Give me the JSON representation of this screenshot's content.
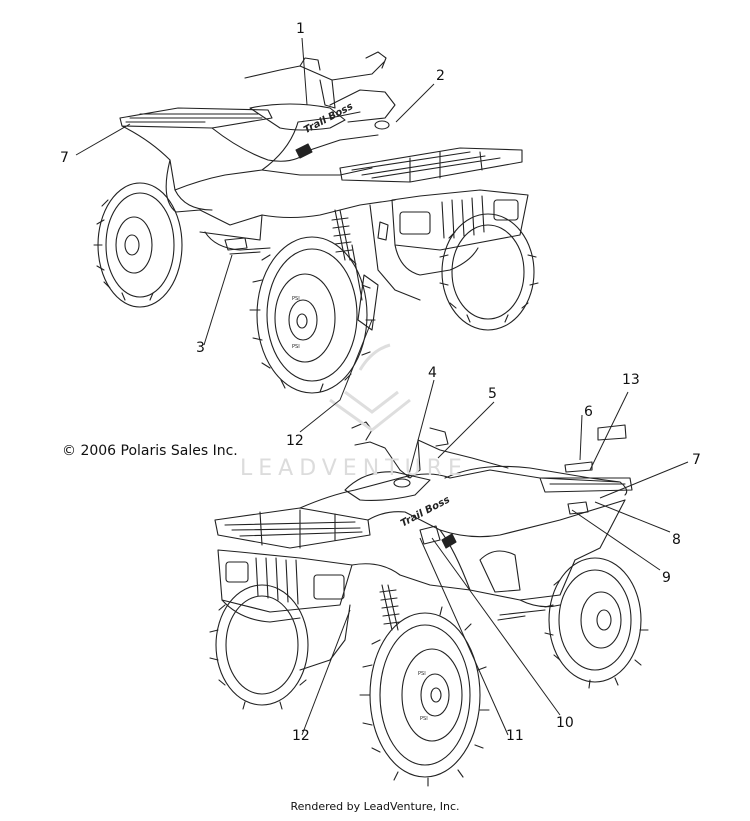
{
  "copyright": "© 2006 Polaris Sales Inc.",
  "footer": "Rendered by LeadVenture, Inc.",
  "watermark": "LEADVENTURE",
  "decal_text": "Trail Boss",
  "callouts": [
    {
      "id": "c1-top",
      "label": "1"
    },
    {
      "id": "c2-top",
      "label": "2"
    },
    {
      "id": "c7-top",
      "label": "7"
    },
    {
      "id": "c3-top",
      "label": "3"
    },
    {
      "id": "c12-top",
      "label": "12"
    },
    {
      "id": "c4-bot",
      "label": "4"
    },
    {
      "id": "c5-bot",
      "label": "5"
    },
    {
      "id": "c6-bot",
      "label": "6"
    },
    {
      "id": "c13-bot",
      "label": "13"
    },
    {
      "id": "c7-bot",
      "label": "7"
    },
    {
      "id": "c8-bot",
      "label": "8"
    },
    {
      "id": "c9-bot",
      "label": "9"
    },
    {
      "id": "c10-bot",
      "label": "10"
    },
    {
      "id": "c11-bot",
      "label": "11"
    },
    {
      "id": "c12-bot",
      "label": "12"
    }
  ]
}
